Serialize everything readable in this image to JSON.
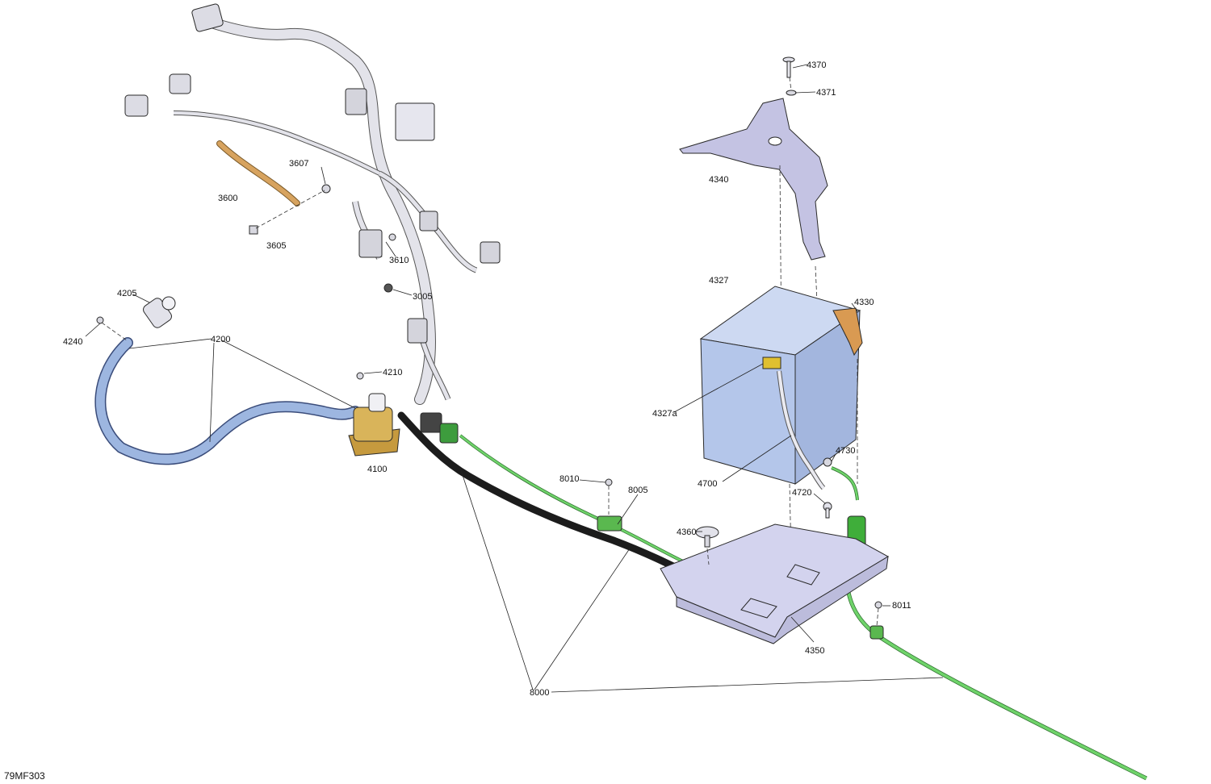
{
  "drawing_code": "79MF303",
  "colors": {
    "harness": "#e3e3ea",
    "battery": "#b4c6ea",
    "battery_cable": "#9db6e0",
    "solenoid": "#d9b45a",
    "ground_strap": "#d7a35f",
    "boot": "#d99a52",
    "bracket": "#c4c3e3",
    "tray": "#d3d3ee",
    "green_harness": "#6fd36a",
    "black_harness": "#1c1c1c"
  },
  "labels": {
    "p4370": "4370",
    "p4371": "4371",
    "p4340": "4340",
    "p3607": "3607",
    "p3600": "3600",
    "p3605": "3605",
    "p3610": "3610",
    "p3005": "3005",
    "p4205": "4205",
    "p4240": "4240",
    "p4200": "4200",
    "p4210": "4210",
    "p4100": "4100",
    "p4327": "4327",
    "p4330": "4330",
    "p4327a": "4327a",
    "p4730": "4730",
    "p4700": "4700",
    "p4720": "4720",
    "p8010": "8010",
    "p8005": "8005",
    "p4360": "4360",
    "p8011": "8011",
    "p4350": "4350",
    "p8000": "8000"
  }
}
